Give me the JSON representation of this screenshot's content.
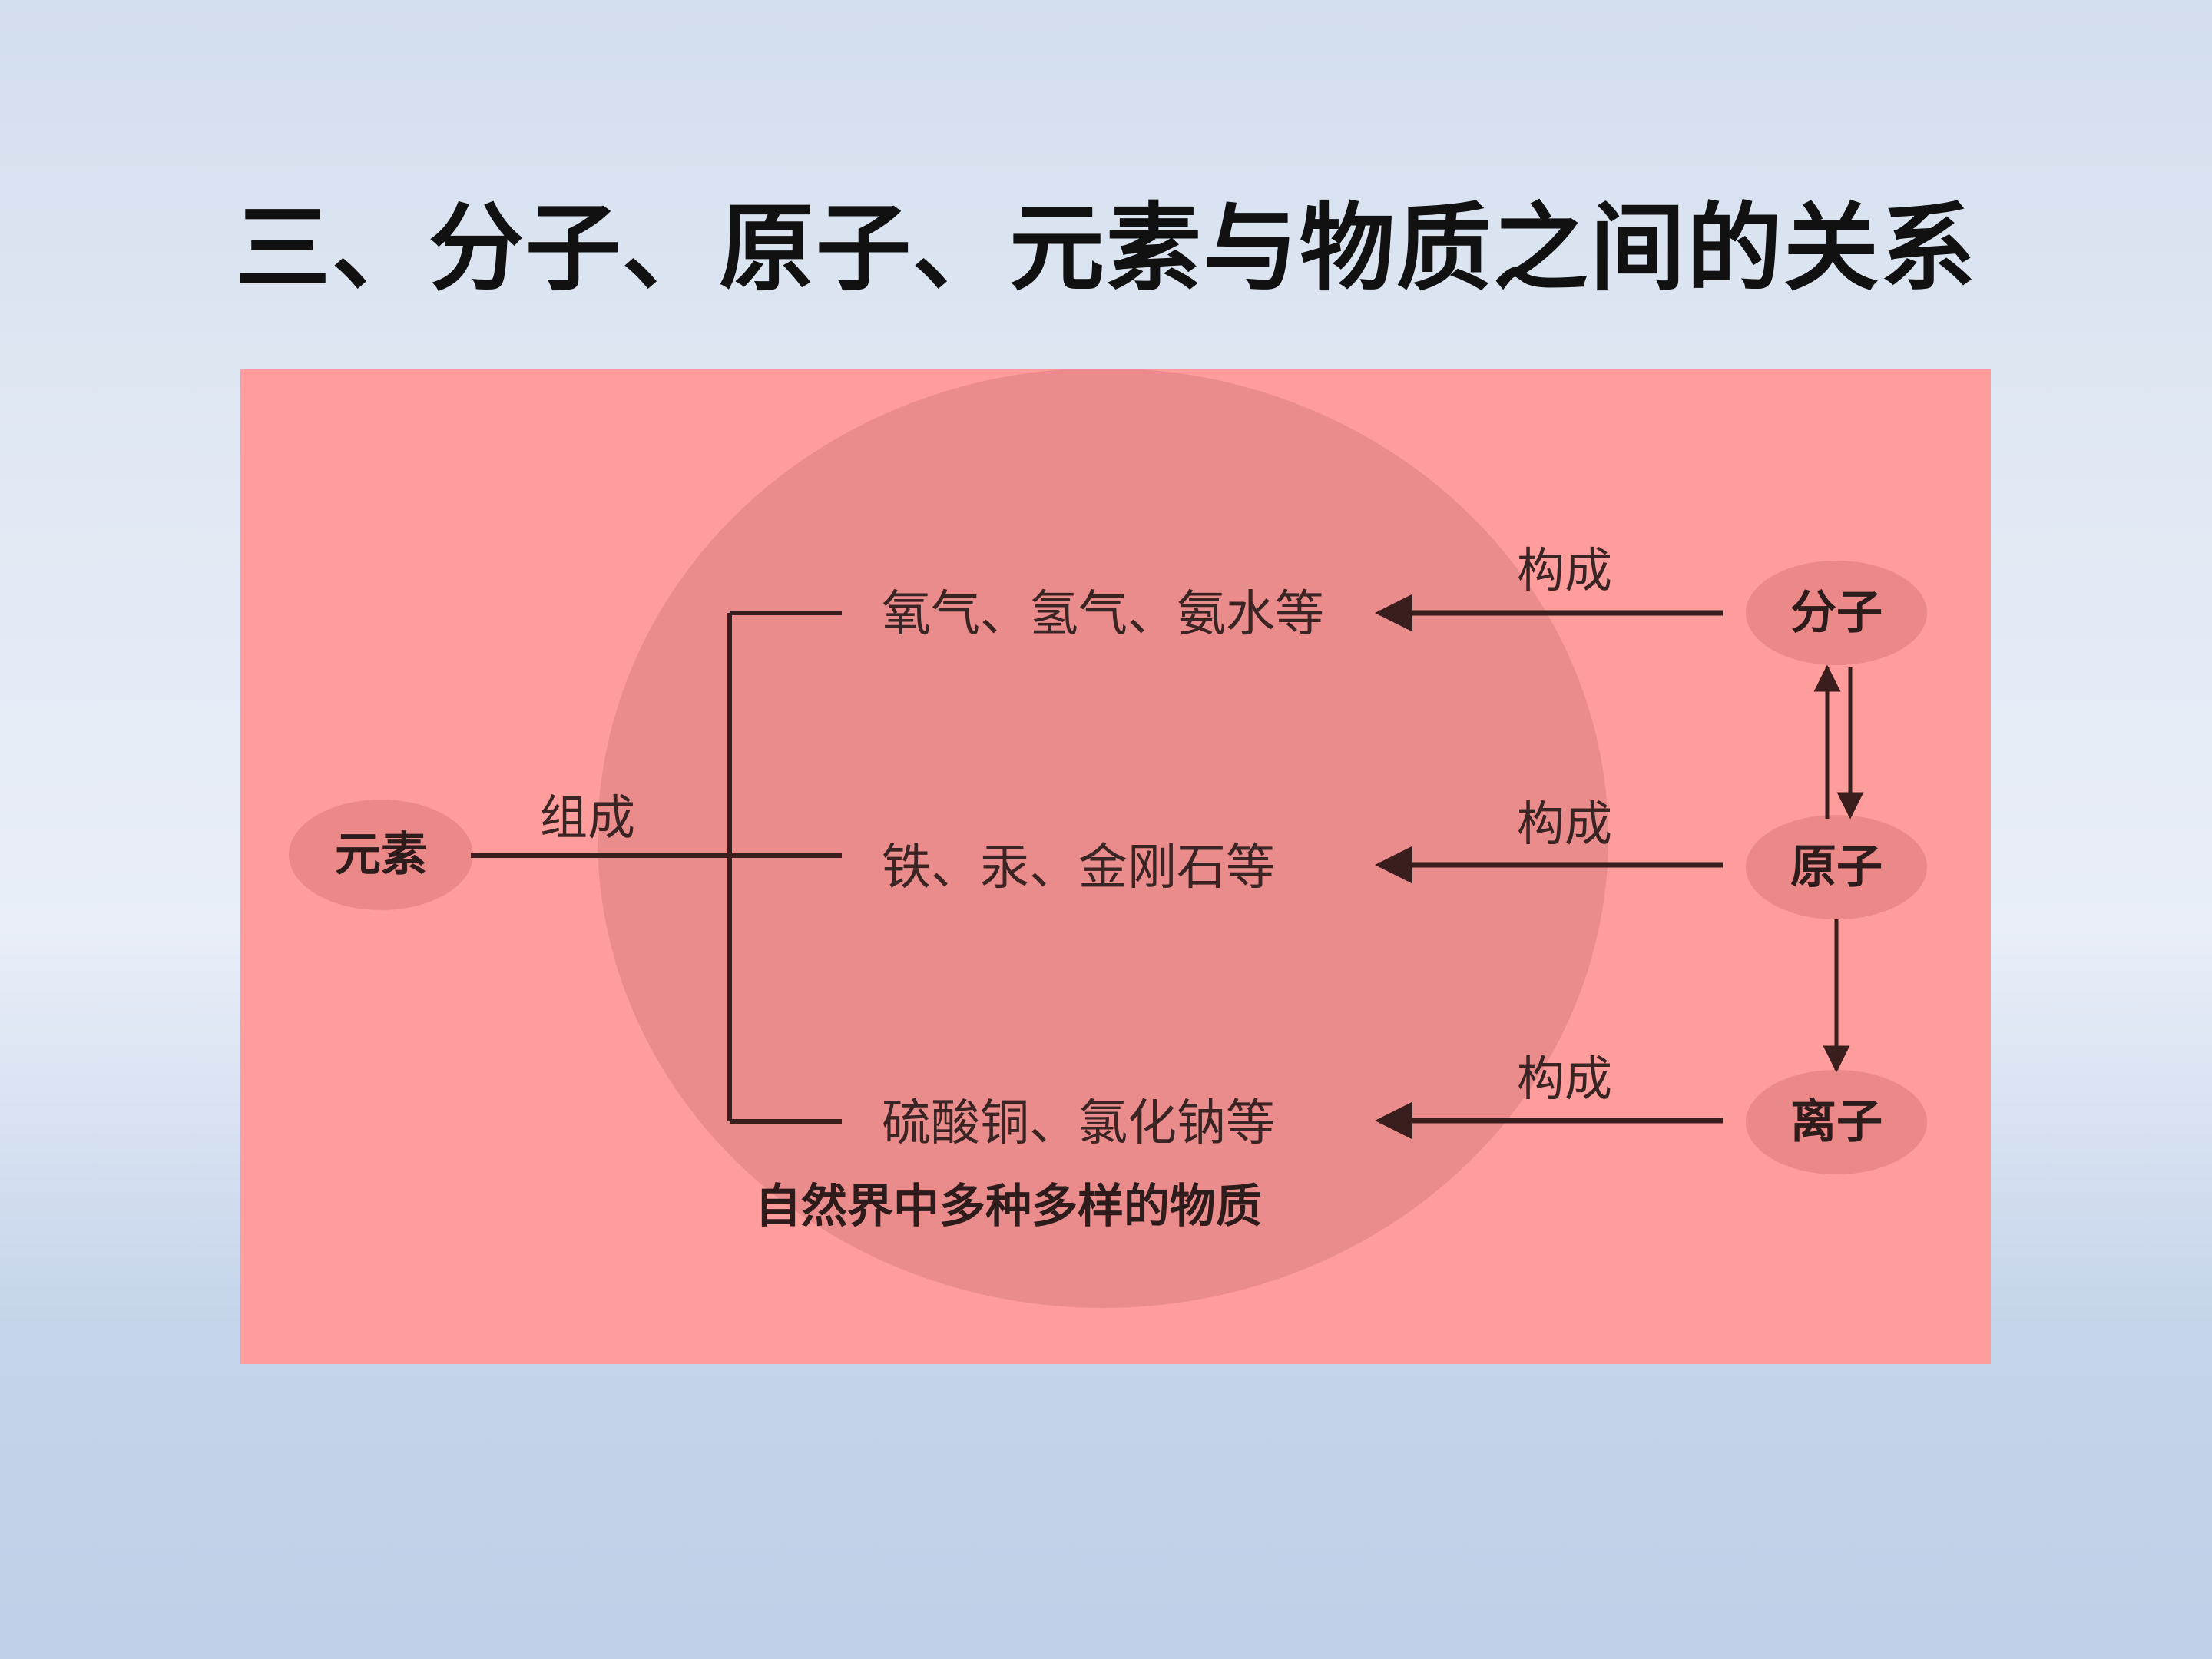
{
  "slide": {
    "title": "三、分子、原子、元素与物质之间的关系"
  },
  "diagram": {
    "nodes": {
      "element": "元素",
      "molecule": "分子",
      "atom": "原子",
      "ion": "离子"
    },
    "compose_label": "组成",
    "construct_label": "构成",
    "substances": {
      "molecular": "氧气、氢气、氨水等",
      "atomic": "铁、汞、金刚石等",
      "ionic": "硫酸铜、氯化钠等"
    },
    "caption": "自然界中多种多样的物质",
    "colors": {
      "panel": "#fe9d9b",
      "ellipse": "#ea8c8b",
      "node_blob": "#eb8888",
      "line": "#3a1e1e"
    }
  }
}
